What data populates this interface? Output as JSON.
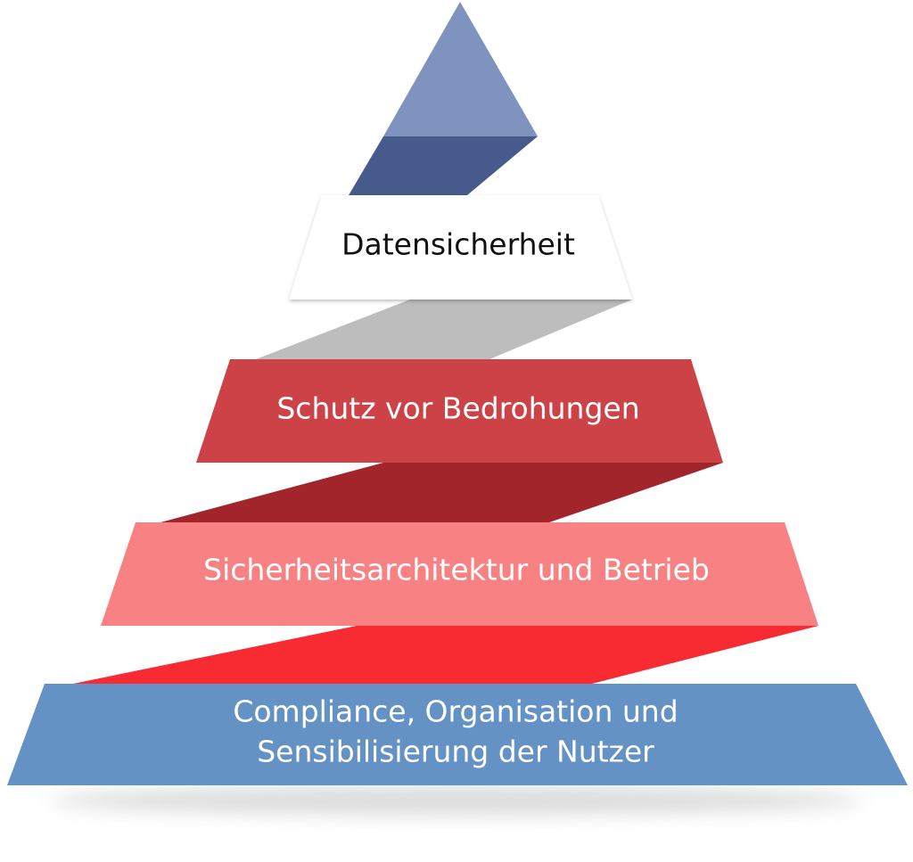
{
  "layers": [
    {
      "id": "top",
      "label": "",
      "color": "#7f93bf"
    },
    {
      "id": "datensicherheit",
      "label": "Datensicherheit",
      "color": "#ffffff",
      "text_color": "#111111"
    },
    {
      "id": "schutz",
      "label": "Schutz vor Bedrohungen",
      "color": "#cd4246",
      "text_color": "#ffffff"
    },
    {
      "id": "architektur",
      "label": "Sicherheitsarchitektur und Betrieb",
      "color": "#f88283",
      "text_color": "#ffffff"
    },
    {
      "id": "compliance",
      "label_line1": "Compliance, Organisation und",
      "label_line2": "Sensibilisierung der Nutzer",
      "color": "#6592c4",
      "text_color": "#ffffff"
    }
  ],
  "connectors": [
    {
      "id": "top-to-datensicherheit",
      "color": "#465b8c"
    },
    {
      "id": "datensicherheit-to-schutz",
      "color": "#bdbdbd"
    },
    {
      "id": "schutz-to-architektur",
      "color": "#a1252a"
    },
    {
      "id": "architektur-to-compliance",
      "color": "#f82a32"
    }
  ]
}
